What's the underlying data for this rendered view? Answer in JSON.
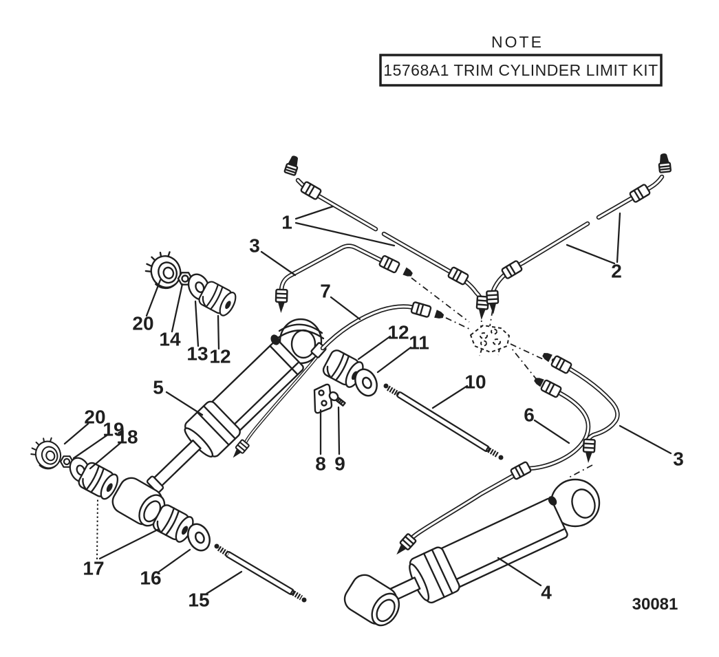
{
  "colors": {
    "ink": "#1f1f1f",
    "paper": "#ffffff"
  },
  "note": {
    "heading": "NOTE",
    "box_label": "15768A1 TRIM CYLINDER LIMIT KIT"
  },
  "drawing_number": "30081",
  "callouts": [
    {
      "label": "1"
    },
    {
      "label": "2"
    },
    {
      "label": "3"
    },
    {
      "label": "7"
    },
    {
      "label": "20"
    },
    {
      "label": "14"
    },
    {
      "label": "13"
    },
    {
      "label": "12"
    },
    {
      "label": "5"
    },
    {
      "label": "12"
    },
    {
      "label": "11"
    },
    {
      "label": "10"
    },
    {
      "label": "6"
    },
    {
      "label": "3"
    },
    {
      "label": "8"
    },
    {
      "label": "9"
    },
    {
      "label": "20"
    },
    {
      "label": "19"
    },
    {
      "label": "18"
    },
    {
      "label": "17"
    },
    {
      "label": "16"
    },
    {
      "label": "15"
    },
    {
      "label": "4"
    }
  ]
}
